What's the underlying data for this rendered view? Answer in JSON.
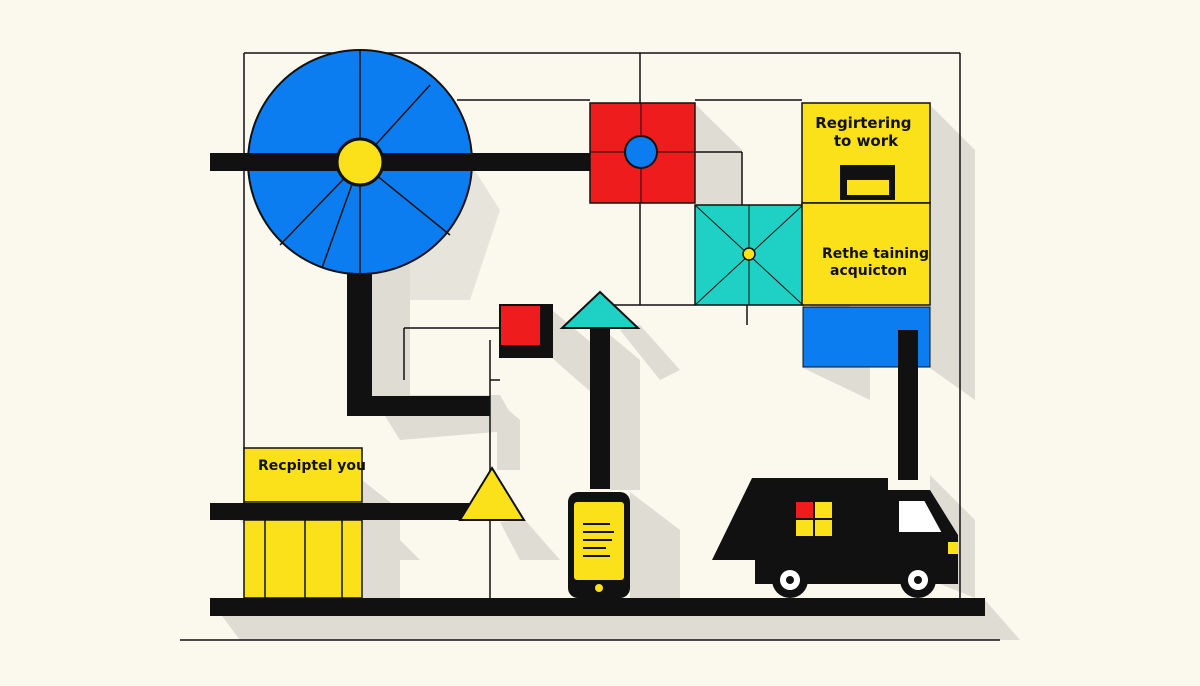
{
  "labels": {
    "registering": [
      "Regirtering",
      "to work"
    ],
    "training": [
      "Rethe taining",
      "acquicton"
    ],
    "receipt": "Recpiptel you"
  },
  "colors": {
    "background": "#fbf9ee",
    "blue": "#0b7df0",
    "red": "#ee1c1c",
    "yellow": "#fae11a",
    "teal": "#1fd1c4",
    "black": "#111111",
    "shadow": "#dedcd3"
  },
  "icons": {
    "wheel": "circle-wheel-icon",
    "phone": "smartphone-icon",
    "truck": "delivery-truck-icon"
  }
}
